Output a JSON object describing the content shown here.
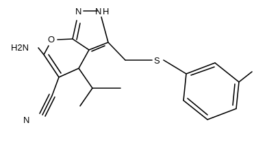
{
  "structure": {
    "atoms": {
      "amino": "H2N",
      "ring_oxygen": "O",
      "pyrazole_n1": "N",
      "pyrazole_nh": "N",
      "pyrazole_h": "H",
      "nitrile_n": "N",
      "thioether_s": "S"
    }
  }
}
